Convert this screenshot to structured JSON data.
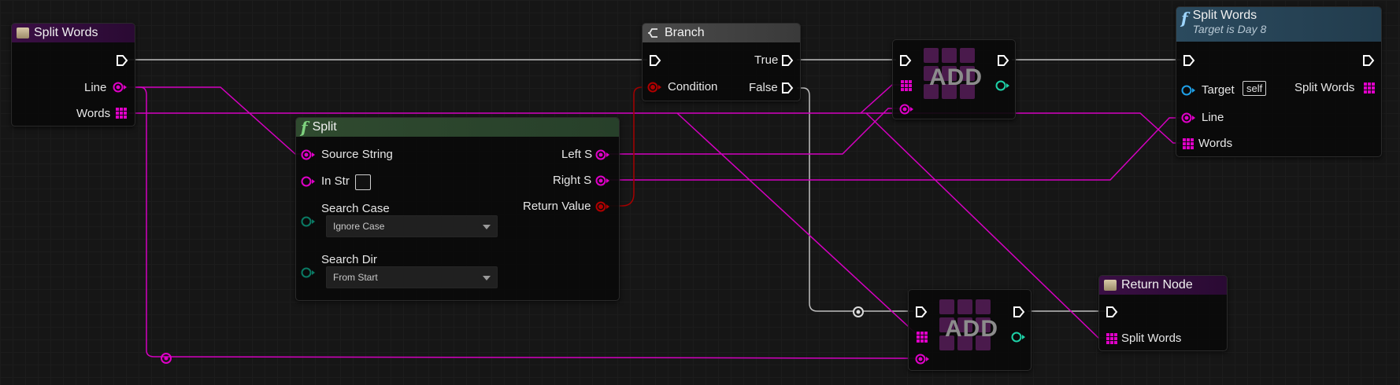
{
  "nodes": {
    "split_words_event": {
      "title": "Split Words",
      "line": "Line",
      "words": "Words"
    },
    "branch": {
      "title": "Branch",
      "condition": "Condition",
      "true_label": "True",
      "false_label": "False"
    },
    "split": {
      "title": "Split",
      "source_string": "Source String",
      "in_str": "In Str",
      "search_case": "Search Case",
      "search_case_value": "Ignore Case",
      "search_dir": "Search Dir",
      "search_dir_value": "From Start",
      "left_s": "Left S",
      "right_s": "Right S",
      "return_value": "Return Value"
    },
    "add_top": {
      "title": "ADD"
    },
    "add_bottom": {
      "title": "ADD"
    },
    "split_words_call": {
      "title": "Split Words",
      "subtitle": "Target is Day 8",
      "target": "Target",
      "target_value": "self",
      "line": "Line",
      "words": "Words",
      "out_split_words": "Split Words"
    },
    "return_node": {
      "title": "Return Node",
      "split_words": "Split Words"
    }
  },
  "colors": {
    "string_pin": "#e000c8",
    "array_pin": "#e000c8",
    "bool_pin": "#b00000",
    "exec_pin": "#ffffff",
    "int_pin": "#1ed2a8",
    "enum_pin": "#006b58"
  }
}
